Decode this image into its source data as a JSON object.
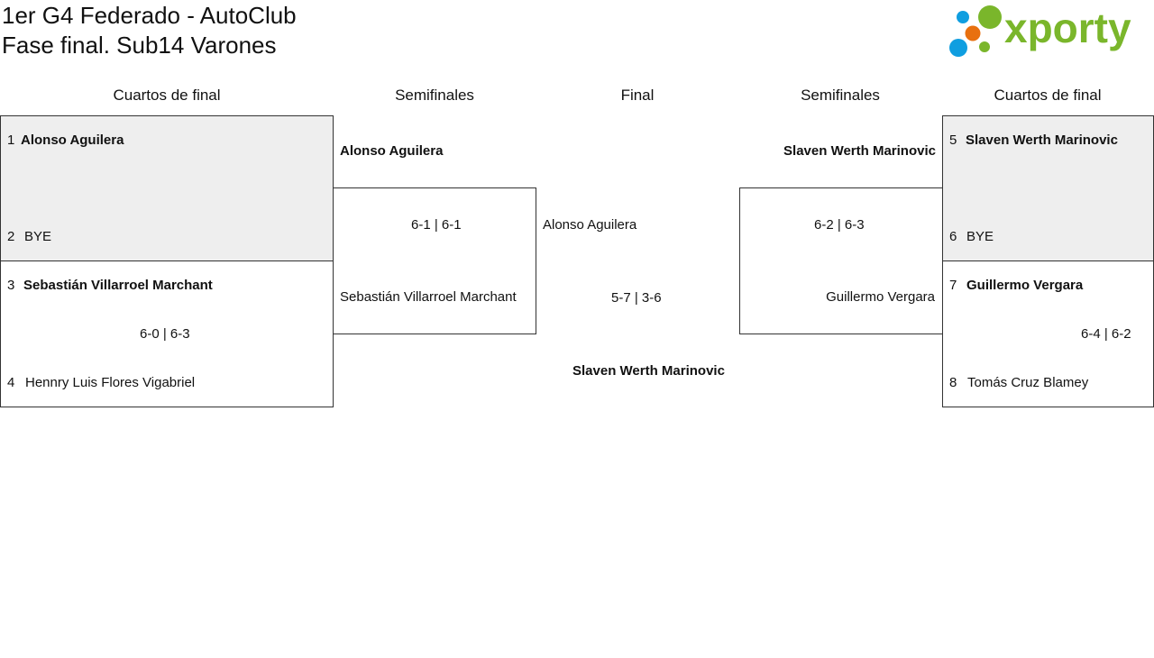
{
  "header": {
    "title_line1": "1er G4 Federado - AutoClub",
    "title_line2": "Fase final. Sub14 Varones",
    "logo_text": "xporty"
  },
  "rounds": {
    "left_quarters": "Cuartos de final",
    "left_semis": "Semifinales",
    "final": "Final",
    "right_semis": "Semifinales",
    "right_quarters": "Cuartos de final"
  },
  "left_quarters": [
    {
      "seed1": "1",
      "player1": "Alonso Aguilera",
      "seed2": "2",
      "player2": "BYE",
      "score": ""
    },
    {
      "seed1": "3",
      "player1": "Sebastián Villarroel Marchant",
      "seed2": "4",
      "player2": "Hennry Luis Flores Vigabriel",
      "score": "6-0 | 6-3"
    }
  ],
  "right_quarters": [
    {
      "seed1": "5",
      "player1": "Slaven Werth Marinovic",
      "seed2": "6",
      "player2": "BYE",
      "score": ""
    },
    {
      "seed1": "7",
      "player1": "Guillermo Vergara",
      "seed2": "8",
      "player2": "Tomás Cruz Blamey",
      "score": "6-4 | 6-2"
    }
  ],
  "left_semi": {
    "player1": "Alonso Aguilera",
    "player2": "Sebastián Villarroel Marchant",
    "score": "6-1 | 6-1"
  },
  "right_semi": {
    "player1": "Slaven Werth Marinovic",
    "player2": "Guillermo Vergara",
    "score": "6-2 | 6-3"
  },
  "final": {
    "player1": "Alonso Aguilera",
    "score": "5-7 | 3-6",
    "winner": "Slaven Werth Marinovic"
  }
}
